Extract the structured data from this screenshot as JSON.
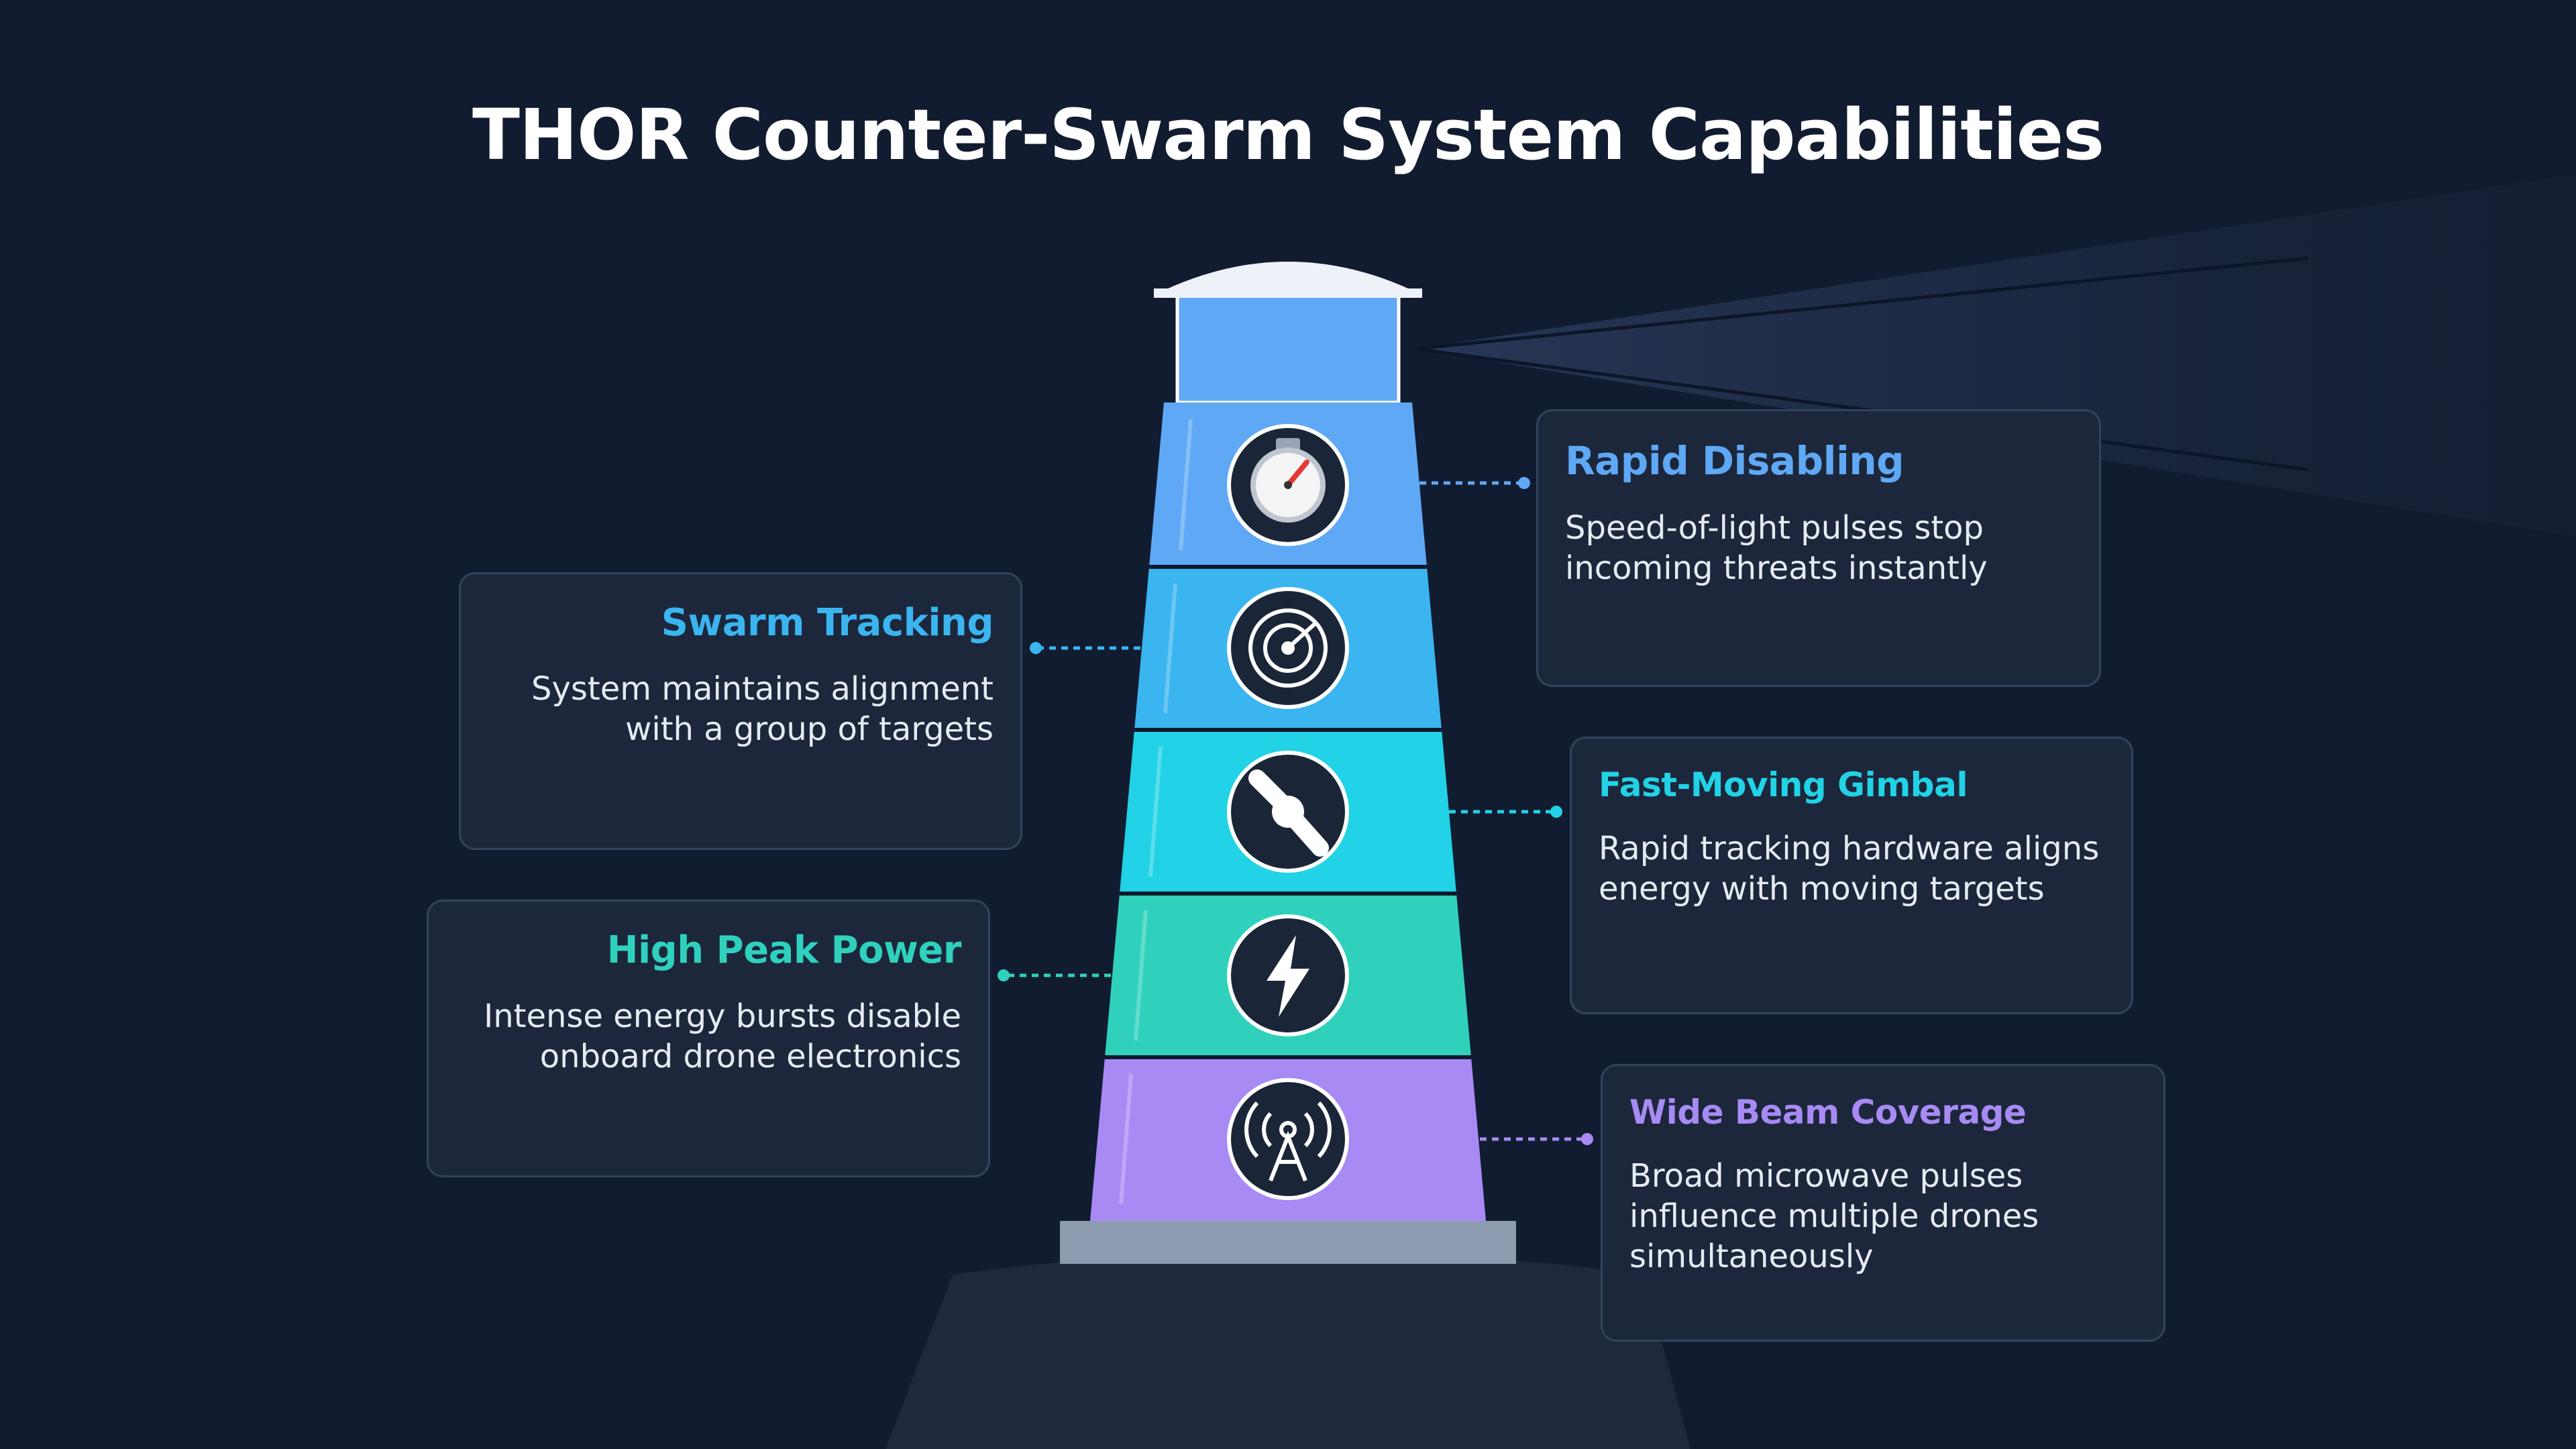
{
  "title": "THOR Counter-Swarm System Capabilities",
  "colors": {
    "background": "#121c30",
    "card_background": "#1c273b",
    "card_border": "#33435e",
    "lamp": "#5fa8f5",
    "rapid_disabling": "#5fa8f5",
    "swarm_tracking": "#3ab5f0",
    "fast_moving_gimbal": "#22d2e6",
    "high_peak_power": "#2fd1bd",
    "wide_beam_coverage": "#a88af5"
  },
  "capabilities": [
    {
      "title": "Rapid Disabling",
      "description": "Speed-of-light pulses stop incoming threats instantly",
      "icon": "stopwatch-icon"
    },
    {
      "title": "Swarm Tracking",
      "description": "System maintains alignment with a group of targets",
      "icon": "radar-icon"
    },
    {
      "title": "Fast-Moving Gimbal",
      "description": "Rapid tracking hardware aligns energy with moving targets",
      "icon": "joint-icon"
    },
    {
      "title": "High Peak Power",
      "description": "Intense energy bursts disable onboard drone electronics",
      "icon": "lightning-icon"
    },
    {
      "title": "Wide Beam Coverage",
      "description": "Broad microwave pulses influence multiple drones simultaneously",
      "icon": "antenna-icon"
    }
  ]
}
